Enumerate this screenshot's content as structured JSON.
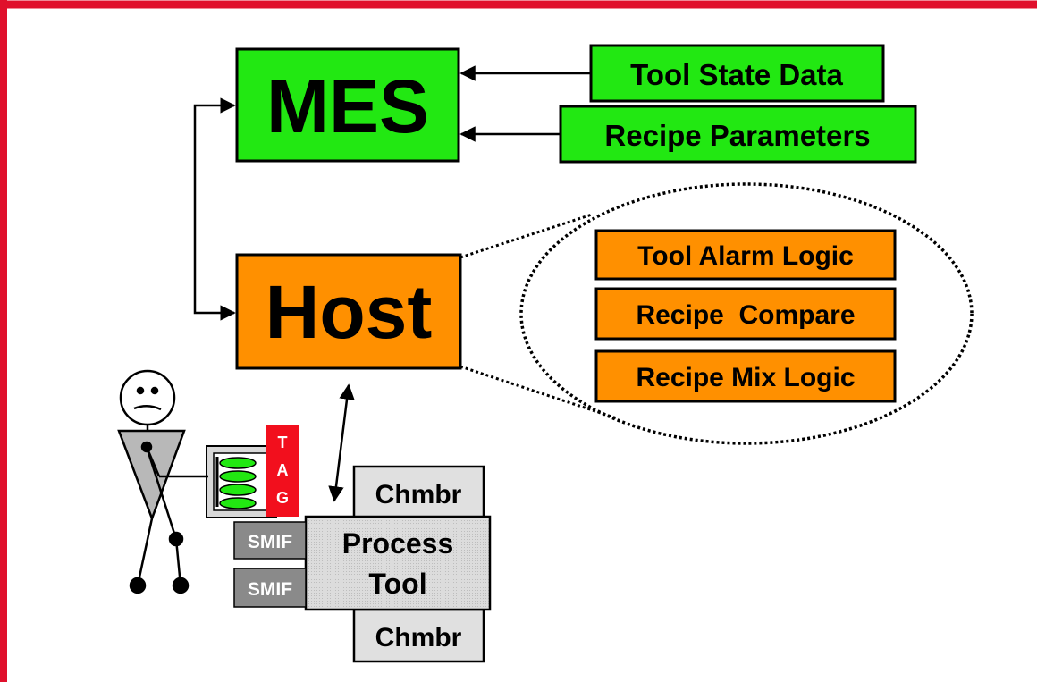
{
  "mes": {
    "label": "MES"
  },
  "host": {
    "label": "Host"
  },
  "inputs": [
    {
      "label": "Tool State Data"
    },
    {
      "label": "Recipe Parameters"
    }
  ],
  "host_functions": [
    {
      "label": "Tool Alarm Logic"
    },
    {
      "label": "Recipe  Compare"
    },
    {
      "label": "Recipe Mix Logic"
    }
  ],
  "tag": {
    "letters": [
      "T",
      "A",
      "G"
    ]
  },
  "process_tool": {
    "line1": "Process",
    "line2": "Tool"
  },
  "chambers": [
    {
      "label": "Chmbr"
    },
    {
      "label": "Chmbr"
    }
  ],
  "smif_ports": [
    {
      "label": "SMIF"
    },
    {
      "label": "SMIF"
    }
  ],
  "colors": {
    "frame": "#e0102c",
    "mes_green": "#22e812",
    "host_orange": "#ff9000",
    "tool_gray": "#e0e0e0",
    "smif_gray": "#8a8a8a",
    "tag_red": "#f20f1d"
  }
}
